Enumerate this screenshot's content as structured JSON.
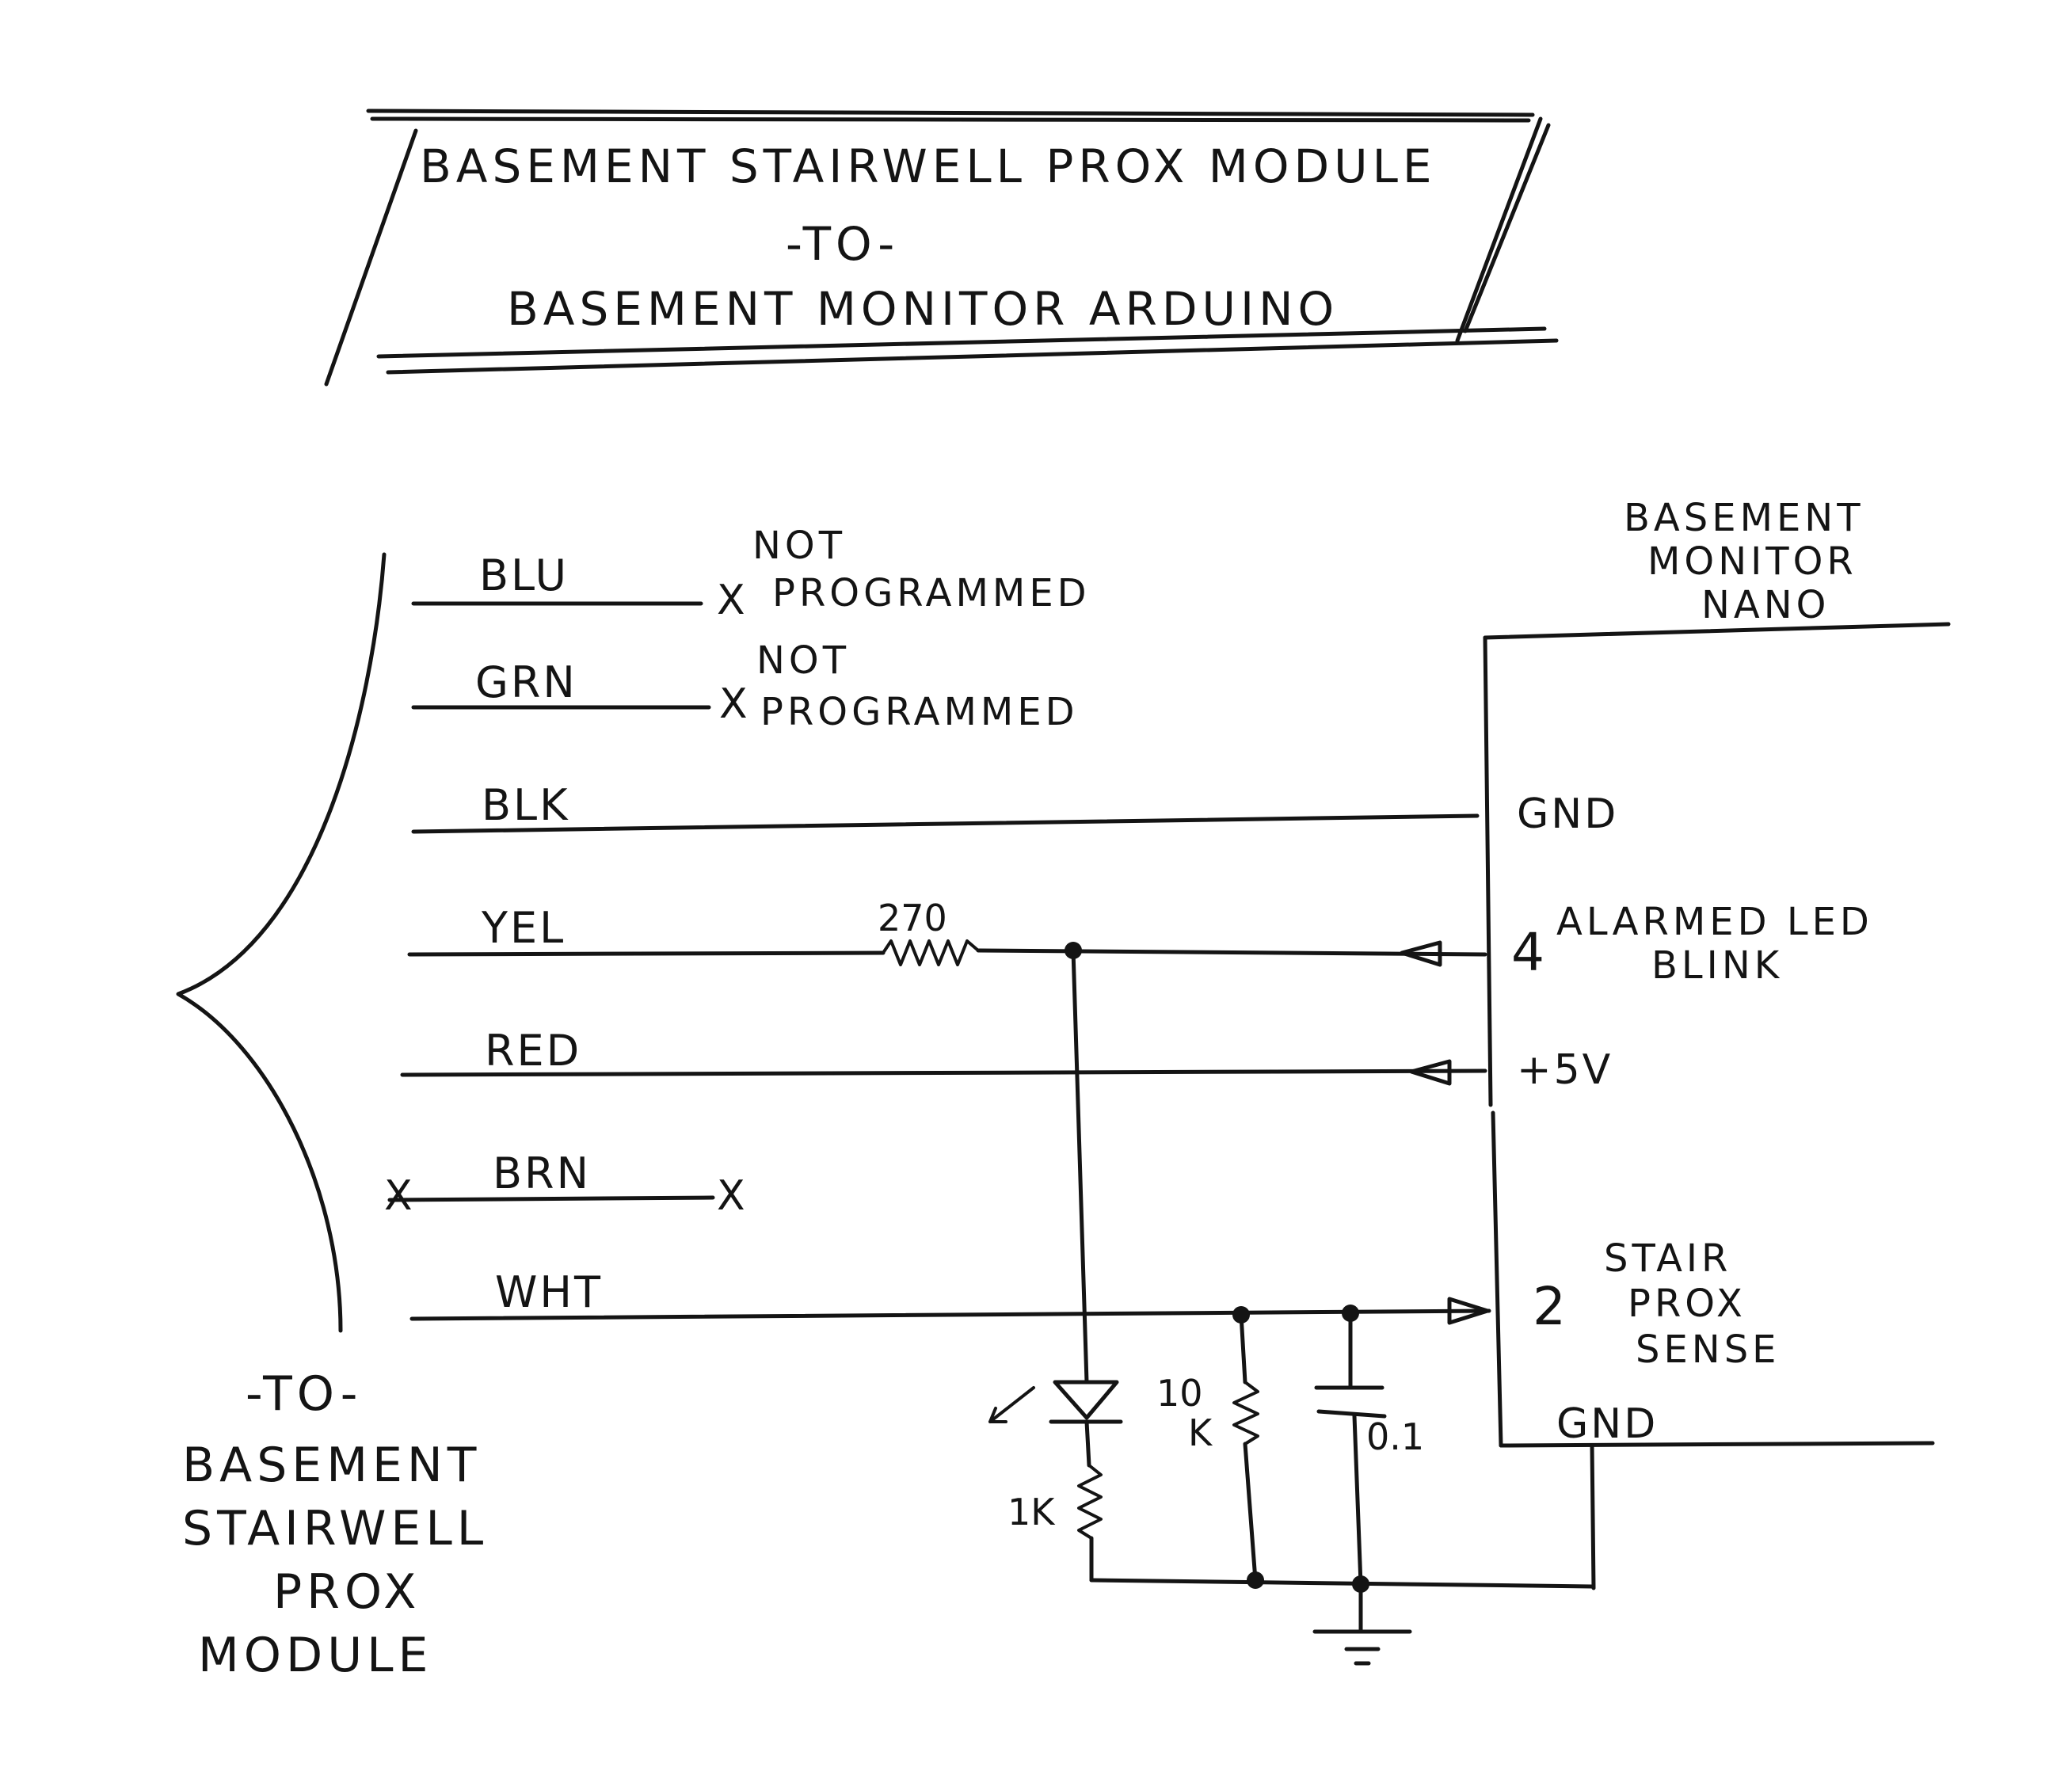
{
  "title": {
    "line1": "BASEMENT STAIRWELL PROX MODULE",
    "line2": "-TO-",
    "line3": "BASEMENT MONITOR ARDUINO"
  },
  "wires": [
    {
      "color": "BLU",
      "note_line1": "NOT",
      "note_line2": "PROGRAMMED",
      "end_mark": "x"
    },
    {
      "color": "GRN",
      "note_line1": "NOT",
      "note_line2": "PROGRAMMED",
      "end_mark": "x"
    },
    {
      "color": "BLK"
    },
    {
      "color": "YEL"
    },
    {
      "color": "RED"
    },
    {
      "color": "BRN",
      "start_mark": "x",
      "end_mark": "x"
    },
    {
      "color": "WHT"
    }
  ],
  "module": {
    "line1": "-TO-",
    "line2": "BASEMENT",
    "line3": "STAIRWELL",
    "line4": "PROX",
    "line5": "MODULE"
  },
  "nano": {
    "label_line1": "BASEMENT",
    "label_line2": "MONITOR",
    "label_line3": "NANO",
    "gnd_top": "GND",
    "pin4_number": "4",
    "pin4_label_line1": "ALARMED LED",
    "pin4_label_line2": "BLINK",
    "power": "+5V",
    "pin2_number": "2",
    "pin2_label_line1": "STAIR",
    "pin2_label_line2": "PROX",
    "pin2_label_line3": "SENSE",
    "gnd_bottom": "GND"
  },
  "components": {
    "series_resistor": "270",
    "led_resistor": "1K",
    "pulldown_value": "10",
    "pulldown_unit": "K",
    "capacitor": "0.1"
  }
}
